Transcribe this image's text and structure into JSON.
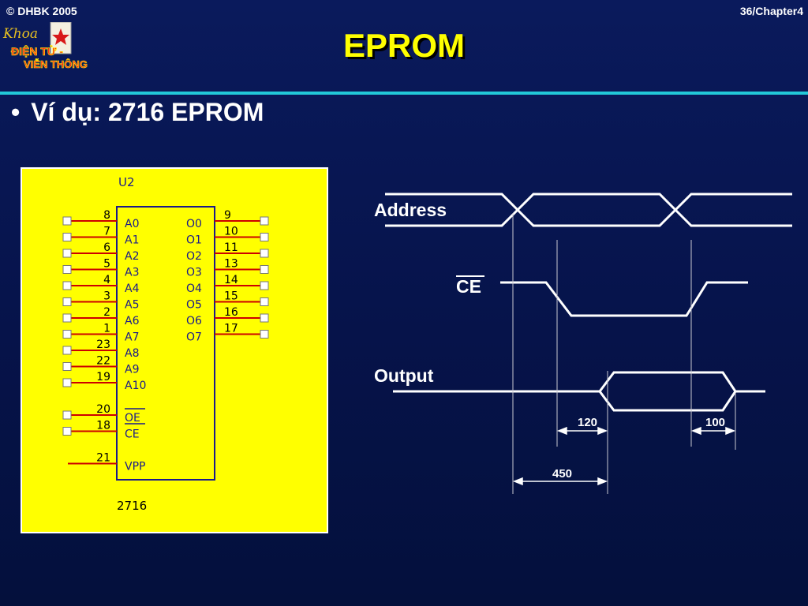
{
  "header": {
    "copyright": "© DHBK 2005",
    "slide_number": "36/Chapter4",
    "title": "EPROM"
  },
  "logo": {
    "script_word": "Khoa",
    "line1": "ĐIỆN TỬ -",
    "line2": "VIỄN THÔNG"
  },
  "bullet": {
    "symbol": "•",
    "text": "Ví dụ: 2716 EPROM"
  },
  "chip": {
    "ref": "U2",
    "part": "2716",
    "left_pins": [
      {
        "num": "8",
        "name": "A0"
      },
      {
        "num": "7",
        "name": "A1"
      },
      {
        "num": "6",
        "name": "A2"
      },
      {
        "num": "5",
        "name": "A3"
      },
      {
        "num": "4",
        "name": "A4"
      },
      {
        "num": "3",
        "name": "A5"
      },
      {
        "num": "2",
        "name": "A6"
      },
      {
        "num": "1",
        "name": "A7"
      },
      {
        "num": "23",
        "name": "A8"
      },
      {
        "num": "22",
        "name": "A9"
      },
      {
        "num": "19",
        "name": "A10"
      },
      {
        "num": "20",
        "name": "OE"
      },
      {
        "num": "18",
        "name": "CE"
      },
      {
        "num": "21",
        "name": "VPP"
      }
    ],
    "right_pins": [
      {
        "num": "9",
        "name": "O0"
      },
      {
        "num": "10",
        "name": "O1"
      },
      {
        "num": "11",
        "name": "O2"
      },
      {
        "num": "13",
        "name": "O3"
      },
      {
        "num": "14",
        "name": "O4"
      },
      {
        "num": "15",
        "name": "O5"
      },
      {
        "num": "16",
        "name": "O6"
      },
      {
        "num": "17",
        "name": "O7"
      }
    ]
  },
  "timing": {
    "address_label": "Address",
    "ce_label": "CE",
    "output_label": "Output",
    "t_120": "120",
    "t_100": "100",
    "t_450": "450"
  },
  "colors": {
    "background": "#0a1a5c",
    "title": "#ffff00",
    "rule": "#22c8d8",
    "chip_panel": "#ffff00",
    "chip_outline": "#1a1a8a",
    "pin_line": "#cc0000"
  }
}
